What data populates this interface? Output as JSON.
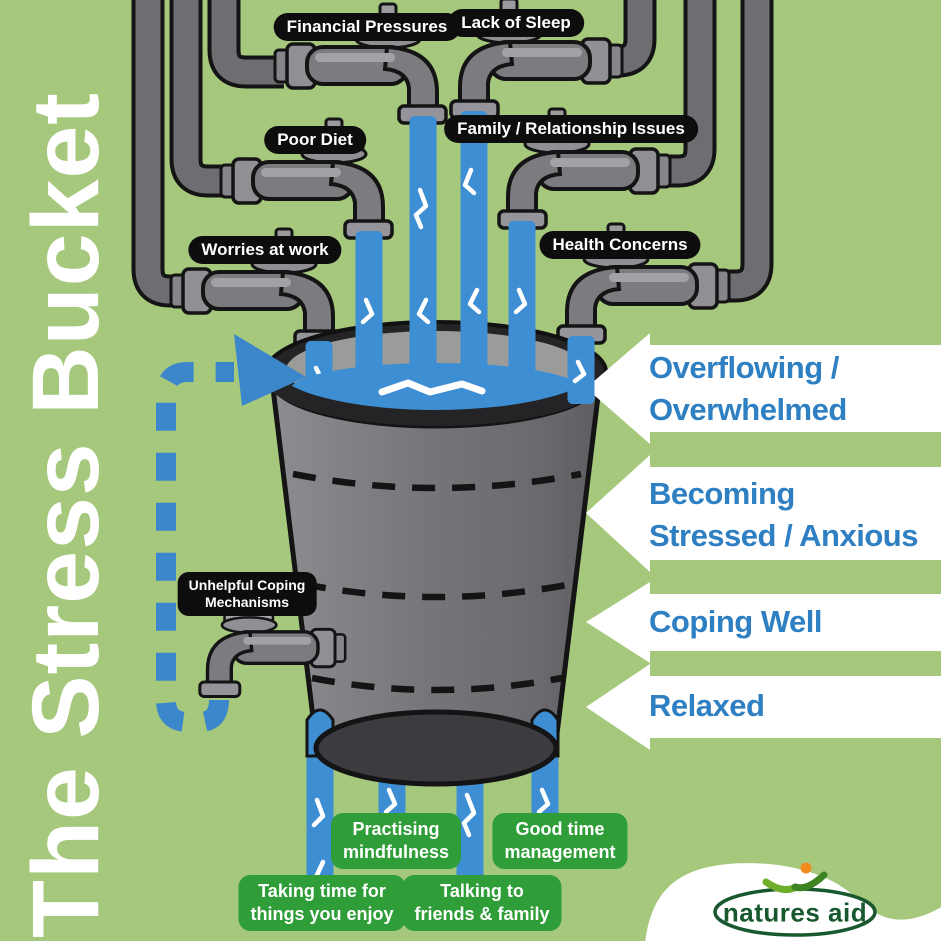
{
  "title": "The Stress Bucket",
  "stressors": [
    {
      "label": "Financial Pressures"
    },
    {
      "label": "Lack of Sleep"
    },
    {
      "label": "Poor Diet"
    },
    {
      "label": "Family / Relationship Issues"
    },
    {
      "label": "Worries at work"
    },
    {
      "label": "Health Concerns"
    }
  ],
  "unhelpful_tap": {
    "lines": [
      "Unhelpful Coping",
      "Mechanisms"
    ]
  },
  "levels": [
    {
      "lines": [
        "Overflowing /",
        "Overwhelmed"
      ]
    },
    {
      "lines": [
        "Becoming",
        "Stressed / Anxious"
      ]
    },
    {
      "lines": [
        "Coping Well"
      ]
    },
    {
      "lines": [
        "Relaxed"
      ]
    }
  ],
  "coping_outlets": [
    {
      "lines": [
        "Practising",
        "mindfulness"
      ]
    },
    {
      "lines": [
        "Good time",
        "management"
      ]
    },
    {
      "lines": [
        "Taking time for",
        "things you enjoy"
      ]
    },
    {
      "lines": [
        "Talking to",
        "friends & family"
      ]
    }
  ],
  "logo": {
    "text": "natures aid"
  },
  "colors": {
    "background": "#a6c87c",
    "water_blue": "#3e8ed3",
    "arrow_blue": "#3c87cc",
    "level_text_blue": "#2e80c3",
    "coping_green": "#2f9e38",
    "label_black": "#0d0d0d",
    "logo_green": "#17582e",
    "pipe_gray": "#6d6d72",
    "bucket_gray": "#77777b"
  }
}
